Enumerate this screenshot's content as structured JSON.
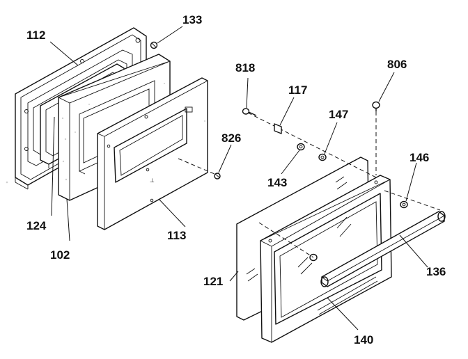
{
  "labels": {
    "p112": "112",
    "p133": "133",
    "p818": "818",
    "p117": "117",
    "p806": "806",
    "p147": "147",
    "p826": "826",
    "p146": "146",
    "p143": "143",
    "p124": "124",
    "p113": "113",
    "p102": "102",
    "p121": "121",
    "p136": "136",
    "p140": "140"
  },
  "icons": {
    "screw": "screw-icon",
    "washer": "washer-icon",
    "clip": "clip-icon"
  }
}
